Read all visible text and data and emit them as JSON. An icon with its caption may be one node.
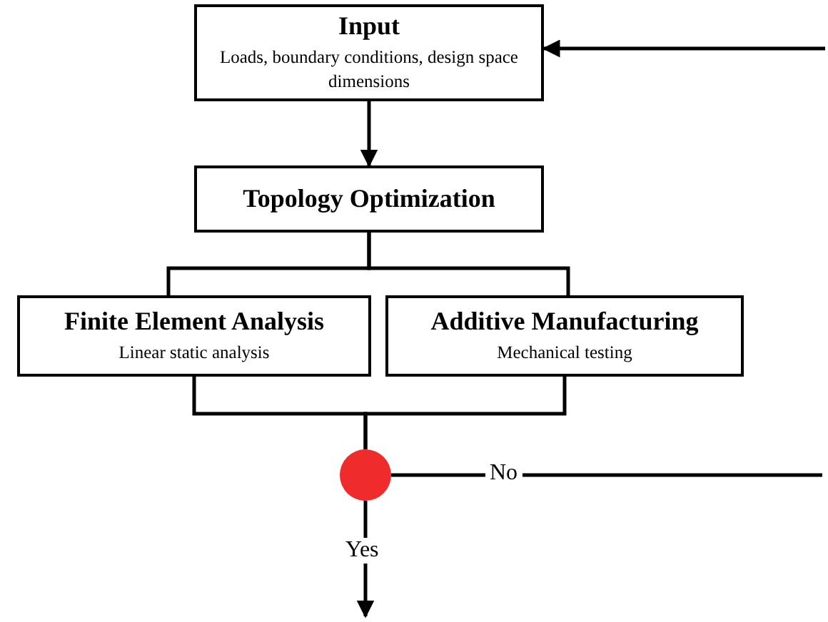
{
  "diagram": {
    "nodes": [
      {
        "text": [
          "Input",
          "Loads, boundary conditions, design space dimensions"
        ]
      },
      {
        "text": [
          "Topology Optimization"
        ]
      },
      {
        "text": [
          "Finite Element Analysis",
          "Linear static analysis"
        ]
      },
      {
        "text": [
          "Additive Manufacturing",
          "Mechanical testing"
        ]
      },
      {
        "text": [],
        "shape": "circle"
      }
    ],
    "edges": [
      {
        "from": 0,
        "to": 1,
        "arrow": "to"
      },
      {
        "from": 1,
        "to": 2,
        "arrow": "none"
      },
      {
        "from": 1,
        "to": 3,
        "arrow": "none"
      },
      {
        "from": 2,
        "to": 4,
        "arrow": "none"
      },
      {
        "from": 3,
        "to": 4,
        "arrow": "none"
      },
      {
        "from": 4,
        "to": null,
        "arrow": "to",
        "label": "Yes"
      },
      {
        "from": 4,
        "to": null,
        "arrow": "none",
        "label": "No"
      },
      {
        "from": null,
        "to": 0,
        "arrow": "to"
      }
    ]
  }
}
